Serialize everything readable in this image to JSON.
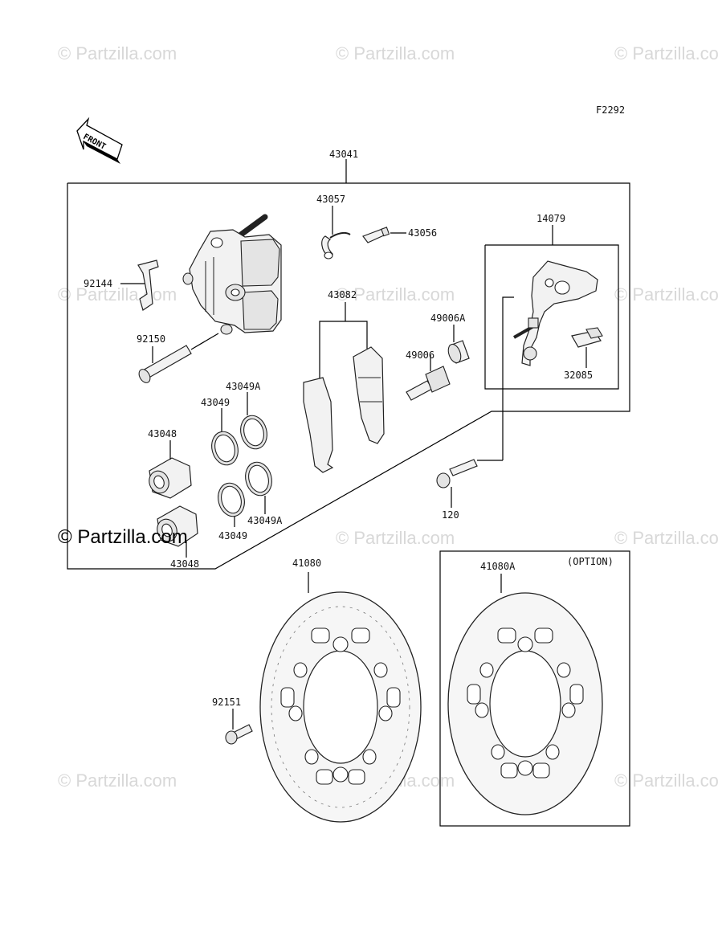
{
  "watermark": "© Partzilla.com",
  "watermark_main": "© Partzilla.com",
  "figure_code": "F2292",
  "front_label": "FRONT",
  "option_label": "(OPTION)",
  "parts": {
    "caliper_assy": "43041",
    "bleed_cap": "43057",
    "bleeder": "43056",
    "holder": "14079",
    "spring_92144": "92144",
    "pad_set": "43082",
    "boot_a": "49006A",
    "boot": "49006",
    "pin_92150": "92150",
    "seal_a_top": "43049A",
    "seal_top": "43049",
    "spring_32085": "32085",
    "piston_top": "43048",
    "seal_bottom": "43049",
    "seal_a_bottom": "43049A",
    "bolt": "120",
    "piston_bottom": "43048",
    "disc": "41080",
    "disc_option": "41080A",
    "bolt_disc": "92151"
  }
}
